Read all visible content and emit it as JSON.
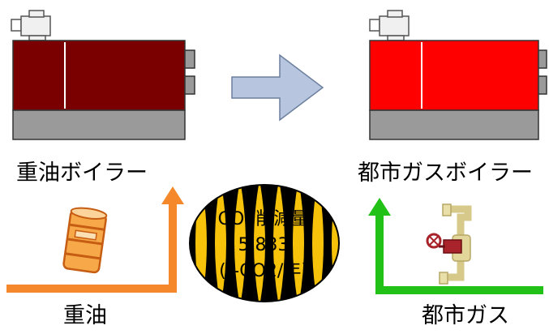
{
  "left_boiler": {
    "label": "重油ボイラー",
    "body_color": "#7a0000",
    "base_color": "#9a9a9a"
  },
  "right_boiler": {
    "label": "都市ガスボイラー",
    "body_color": "#ff0000",
    "base_color": "#9a9a9a"
  },
  "transition_arrow": {
    "color": "#b7c6de"
  },
  "fuel_left": {
    "label": "重油",
    "arrow_color": "#f5882a",
    "icon": "oil-drum-icon"
  },
  "fuel_right": {
    "label": "都市ガス",
    "arrow_color": "#21c117",
    "icon": "gas-valve-icon"
  },
  "reduction": {
    "title": "CO2削減量",
    "value": "5,833",
    "unit": "(t-CO2/年)",
    "fill_color": "#f6c20a"
  }
}
